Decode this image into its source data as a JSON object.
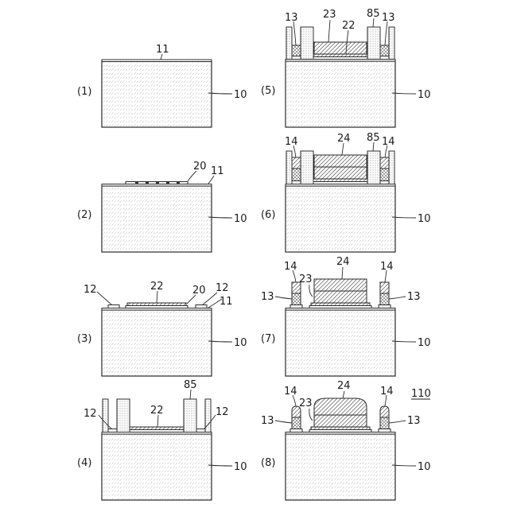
{
  "steps": {
    "s1": "(1)",
    "s2": "(2)",
    "s3": "(3)",
    "s4": "(4)",
    "s5": "(5)",
    "s6": "(6)",
    "s7": "(7)",
    "s8": "(8)"
  },
  "refs": {
    "r10": "10",
    "r11": "11",
    "r12": "12",
    "r13": "13",
    "r14": "14",
    "r20": "20",
    "r22": "22",
    "r23": "23",
    "r24": "24",
    "r85": "85",
    "r110": "110"
  }
}
